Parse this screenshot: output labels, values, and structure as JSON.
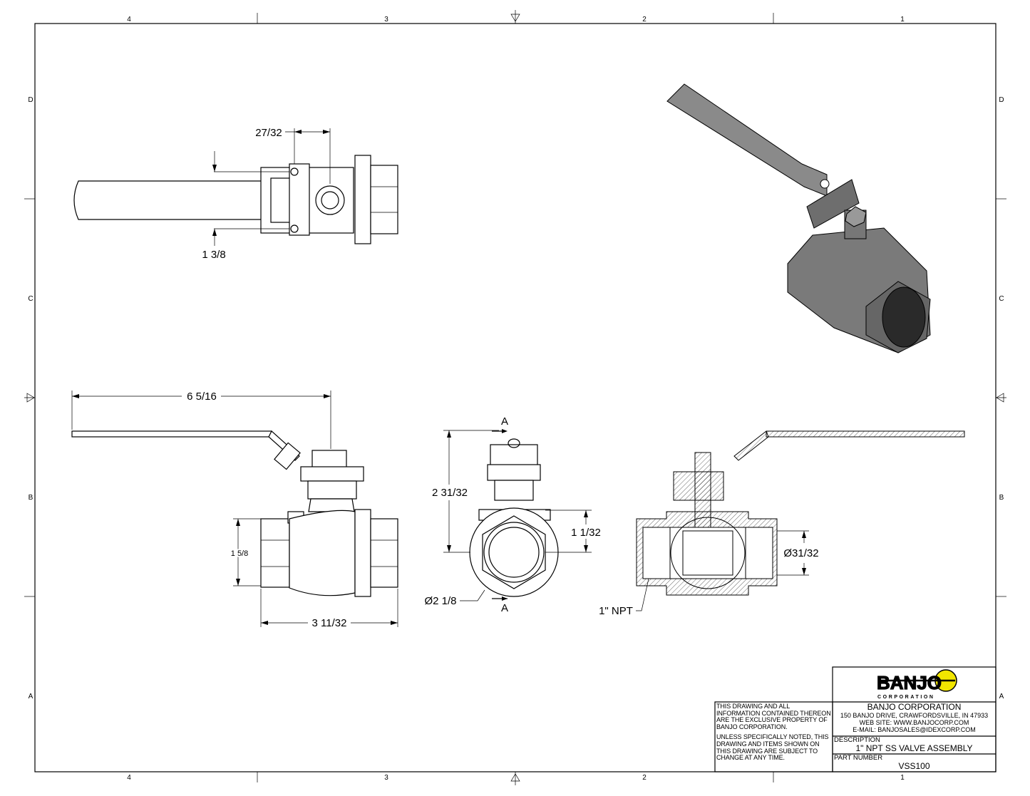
{
  "sheet": {
    "zone_columns": [
      "4",
      "3",
      "2",
      "1"
    ],
    "zone_rows": [
      "D",
      "C",
      "B",
      "A"
    ]
  },
  "dimensions": {
    "top_width": "27/32",
    "top_height": "1 3/8",
    "handle_length": "6 5/16",
    "body_height": "1 5/8",
    "body_length": "3 11/32",
    "overall_height": "2 31/32",
    "end_height": "1 1/32",
    "outer_diameter": "Ø2 1/8",
    "section_top": "A",
    "section_bottom": "A",
    "bore_diameter": "Ø31/32",
    "thread": "1\" NPT"
  },
  "title_block": {
    "logo_text": "BANJO",
    "logo_sub": "CORPORATION",
    "notice_1": "THIS DRAWING AND ALL INFORMATION CONTAINED THEREON ARE THE EXCLUSIVE PROPERTY OF BANJO CORPORATION.",
    "notice_2": "UNLESS SPECIFICALLY NOTED, THIS DRAWING AND ITEMS SHOWN ON THIS DRAWING ARE SUBJECT TO CHANGE AT ANY TIME.",
    "company": "BANJO CORPORATION",
    "address": "150 BANJO DRIVE, CRAWFORDSVILLE, IN 47933",
    "website": "WEB SITE: WWW.BANJOCORP.COM",
    "email": "E-MAIL: BANJOSALES@IDEXCORP.COM",
    "description_label": "DESCRIPTION",
    "description": "1\" NPT SS VALVE ASSEMBLY",
    "part_number_label": "PART NUMBER",
    "part_number": "VSS100"
  },
  "colors": {
    "logo_yellow": "#f2e600",
    "body_gray": "#7a7a7a"
  }
}
